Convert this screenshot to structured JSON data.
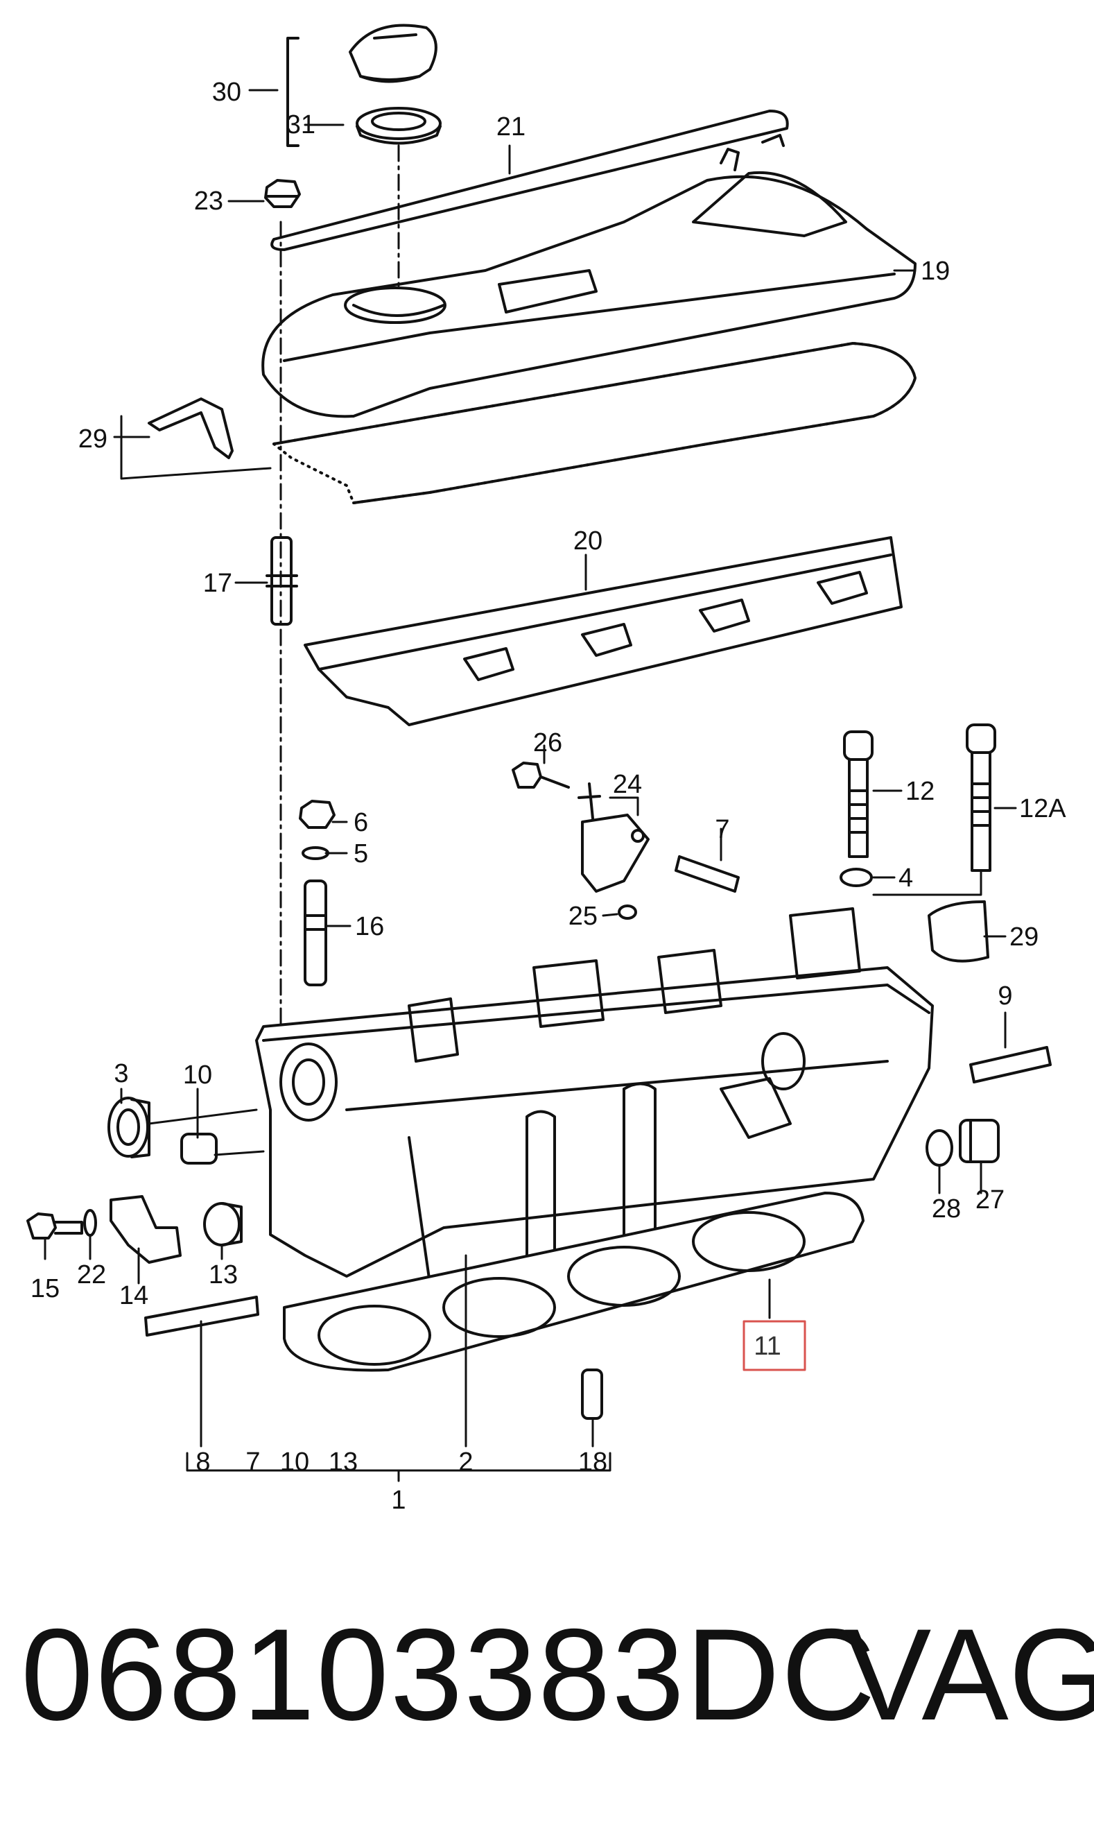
{
  "diagram": {
    "callouts": {
      "c1": "1",
      "c2": "2",
      "c3": "3",
      "c4": "4",
      "c5": "5",
      "c6": "6",
      "c7": "7",
      "c8": "8",
      "c9": "9",
      "c10": "10",
      "c11": "11",
      "c12": "12",
      "c12a": "12A",
      "c13": "13",
      "c14": "14",
      "c15": "15",
      "c16": "16",
      "c17": "17",
      "c18": "18",
      "c19": "19",
      "c20": "20",
      "c21": "21",
      "c22": "22",
      "c23": "23",
      "c24": "24",
      "c25": "25",
      "c26": "26",
      "c27": "27",
      "c28": "28",
      "c29a": "29",
      "c29b": "29",
      "c30": "30",
      "c31": "31"
    },
    "kit_contents": [
      "8",
      "7",
      "10",
      "13",
      "2",
      "18"
    ],
    "highlight_color": "#d9534f"
  },
  "footer": {
    "part_number": "068103383DC",
    "brand": "VAG"
  }
}
